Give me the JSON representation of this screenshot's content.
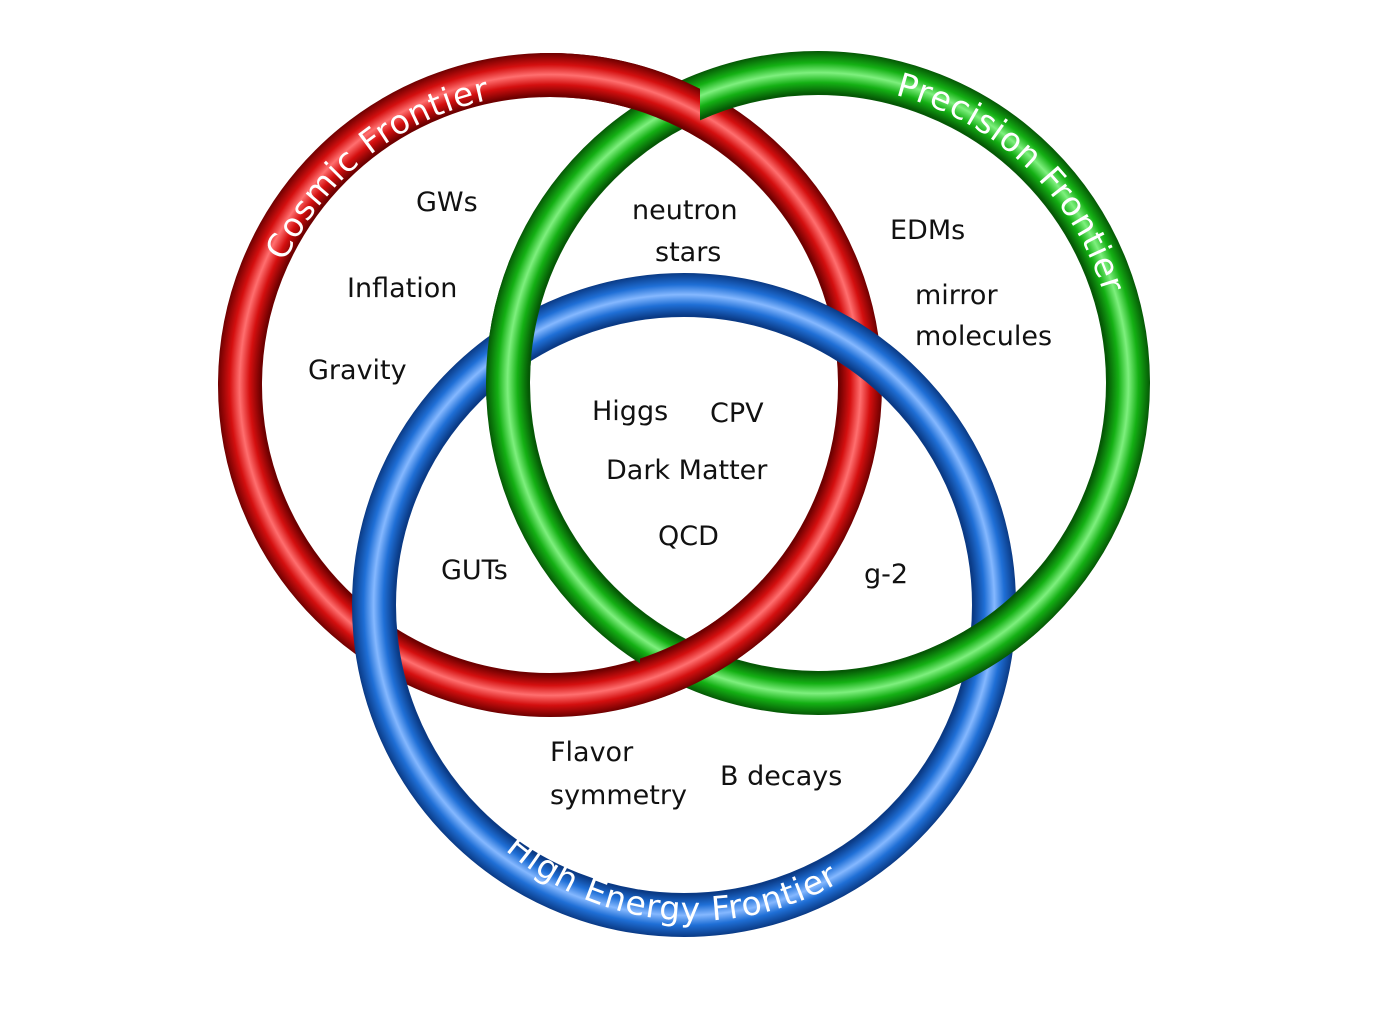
{
  "diagram": {
    "type": "borromean-rings",
    "rings": [
      {
        "id": "red",
        "name": "Cosmic Frontier",
        "color": "#d40f0f",
        "highlight": "#ff6b6b",
        "shadow": "#7a0000"
      },
      {
        "id": "green",
        "name": "Precision Frontier",
        "color": "#14b014",
        "highlight": "#7cf07c",
        "shadow": "#066606"
      },
      {
        "id": "blue",
        "name": "High Energy Frontier",
        "color": "#1f6fd6",
        "highlight": "#7db3ff",
        "shadow": "#0a3a85"
      }
    ],
    "regions": {
      "cosmic_only": [
        "GWs",
        "Inflation",
        "Gravity"
      ],
      "cosmic_precision": [
        "neutron",
        "stars"
      ],
      "precision_only": [
        "EDMs",
        "mirror",
        "molecules"
      ],
      "all_three": [
        "Higgs",
        "CPV",
        "Dark Matter",
        "QCD"
      ],
      "cosmic_high_energy": [
        "GUTs"
      ],
      "precision_high_energy": [
        "g-2"
      ],
      "high_energy_only": [
        "Flavor",
        "symmetry",
        "B decays"
      ]
    }
  }
}
